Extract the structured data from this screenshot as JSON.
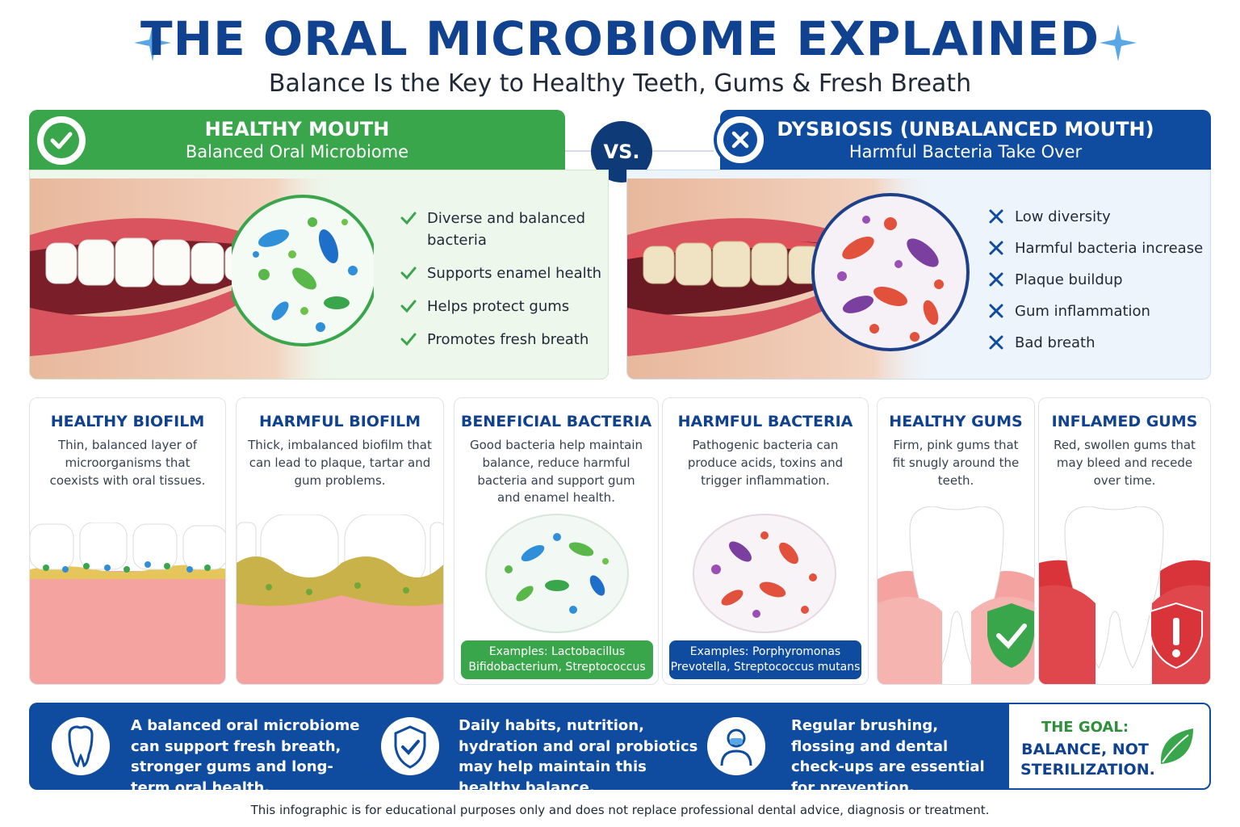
{
  "header": {
    "title": "THE ORAL MICROBIOME EXPLAINED",
    "subtitle": "Balance Is the Key to Healthy Teeth, Gums & Fresh Breath"
  },
  "comparison": {
    "vs_label": "VS.",
    "healthy": {
      "title": "HEALTHY MOUTH",
      "subtitle": "Balanced Oral Microbiome",
      "points": [
        "Diverse and balanced bacteria",
        "Supports enamel health",
        "Helps protect gums",
        "Promotes fresh breath"
      ]
    },
    "dysbiosis": {
      "title": "DYSBIOSIS (UNBALANCED MOUTH)",
      "subtitle": "Harmful Bacteria Take Over",
      "points": [
        "Low diversity",
        "Harmful bacteria increase",
        "Plaque buildup",
        "Gum inflammation",
        "Bad breath"
      ]
    }
  },
  "cards": [
    {
      "title": "HEALTHY BIOFILM",
      "desc": "Thin, balanced layer of microorganisms that coexists with oral tissues."
    },
    {
      "title": "HARMFUL BIOFILM",
      "desc": "Thick, imbalanced biofilm that can lead to plaque, tartar and gum problems."
    },
    {
      "title": "BENEFICIAL BACTERIA",
      "desc": "Good bacteria help maintain balance, reduce harmful bacteria and support gum and enamel health.",
      "examples": "Examples: Lactobacillus Bifidobacterium, Streptococcus"
    },
    {
      "title": "HARMFUL BACTERIA",
      "desc": "Pathogenic bacteria can produce acids, toxins and trigger inflammation.",
      "examples": "Examples: Porphyromonas Prevotella, Streptococcus mutans"
    },
    {
      "title": "HEALTHY GUMS",
      "desc": "Firm, pink gums that fit snugly around the teeth."
    },
    {
      "title": "INFLAMED GUMS",
      "desc": "Red, swollen gums that may bleed and recede over time."
    }
  ],
  "bottom": {
    "items": [
      "A balanced oral microbiome can support fresh breath, stronger gums and long-term oral health.",
      "Daily habits, nutrition, hydration and oral probiotics may help maintain this healthy balance.",
      "Regular brushing, flossing and dental check-ups are essential for prevention."
    ],
    "goal_label": "THE GOAL:",
    "goal_text": "BALANCE, NOT STERILIZATION."
  },
  "disclaimer": "This infographic is for educational purposes only and does not replace professional dental advice, diagnosis or treatment.",
  "colors": {
    "navy": "#10428f",
    "green": "#3aa64b",
    "blue": "#0f4c9f",
    "red": "#d9343a",
    "gum_pink": "#f29a9a"
  }
}
